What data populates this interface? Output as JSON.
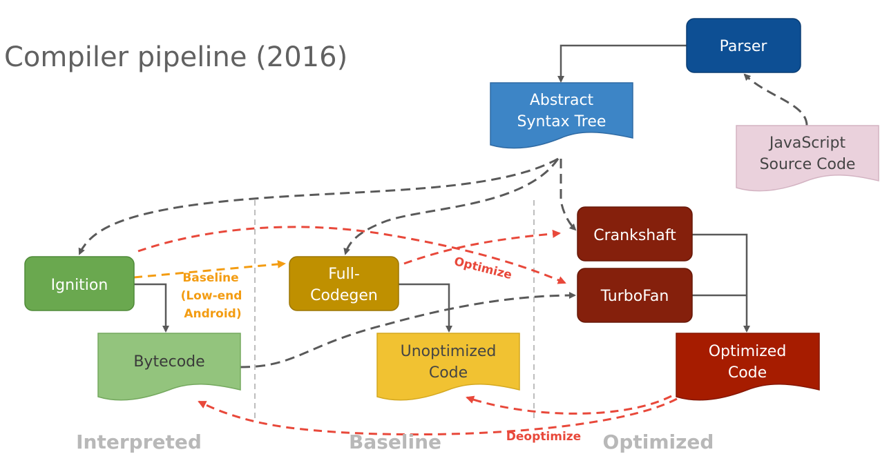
{
  "title": "Compiler pipeline (2016)",
  "nodes": {
    "parser": {
      "label": "Parser"
    },
    "ast": {
      "line1": "Abstract",
      "line2": "Syntax Tree"
    },
    "js_source": {
      "line1": "JavaScript",
      "line2": "Source Code"
    },
    "ignition": {
      "label": "Ignition"
    },
    "full_codegen": {
      "line1": "Full-",
      "line2": "Codegen"
    },
    "crankshaft": {
      "label": "Crankshaft"
    },
    "turbofan": {
      "label": "TurboFan"
    },
    "bytecode": {
      "label": "Bytecode"
    },
    "unoptimized_code": {
      "line1": "Unoptimized",
      "line2": "Code"
    },
    "optimized_code": {
      "line1": "Optimized",
      "line2": "Code"
    }
  },
  "edge_labels": {
    "baseline": {
      "line1": "Baseline",
      "line2": "(Low-end",
      "line3": "Android)"
    },
    "optimize": "Optimize",
    "deoptimize": "Deoptimize"
  },
  "columns": {
    "interpreted": "Interpreted",
    "baseline": "Baseline",
    "optimized": "Optimized"
  },
  "colors": {
    "parser": "#0d4f94",
    "ast": "#3d85c6",
    "js_source": "#ead1dc",
    "ignition": "#6aa84f",
    "bytecode": "#93c47d",
    "full_codegen": "#bf9000",
    "unoptimized_code": "#f1c232",
    "crankshaft": "#85200c",
    "turbofan": "#85200c",
    "optimized_code": "#a61c00",
    "gray_arrow": "#595959",
    "red_arrow": "#e8483a",
    "orange_arrow": "#f39c12"
  }
}
